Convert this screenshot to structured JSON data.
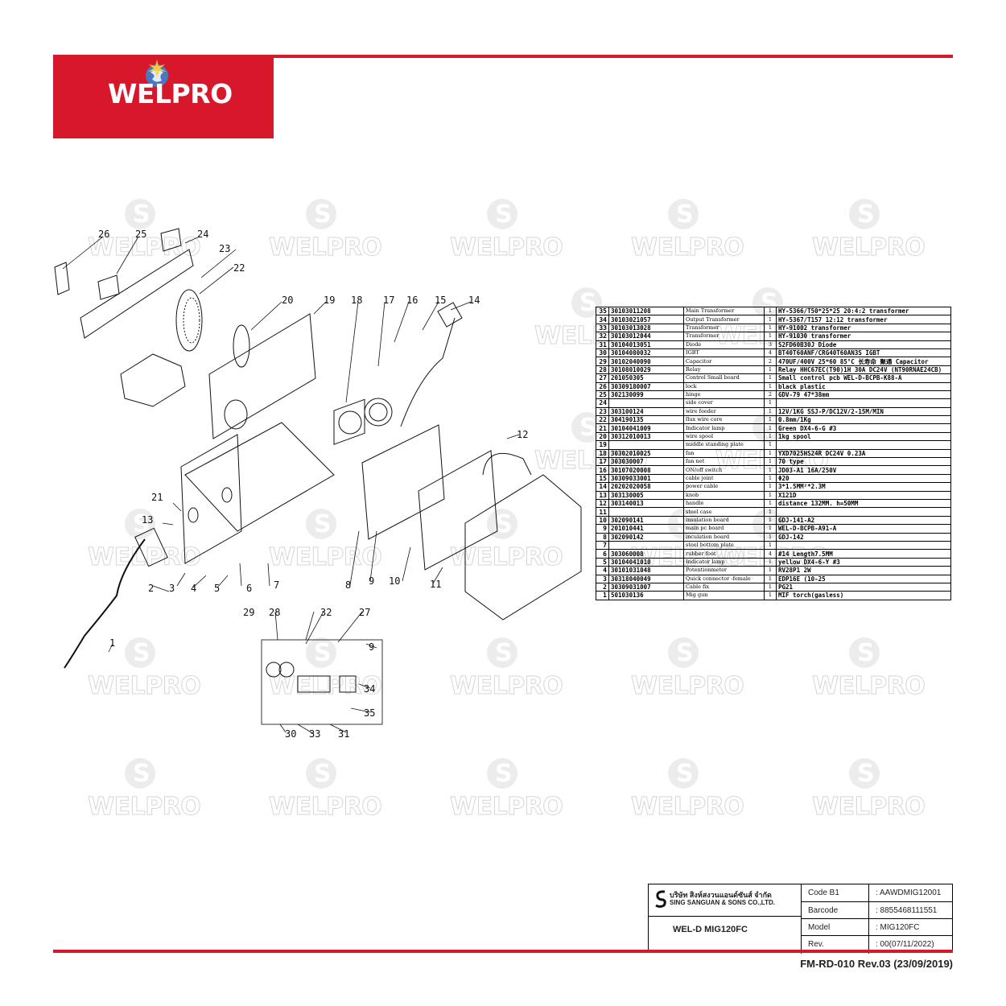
{
  "brand": {
    "logo_text": "WELPRO",
    "watermark_text": "WELPRO",
    "accent_color": "#d7182a"
  },
  "diagram": {
    "callouts": [
      "1",
      "2",
      "3",
      "4",
      "5",
      "6",
      "7",
      "8",
      "9",
      "10",
      "11",
      "12",
      "13",
      "14",
      "15",
      "16",
      "17",
      "18",
      "19",
      "20",
      "21",
      "22",
      "23",
      "24",
      "25",
      "26",
      "27",
      "28",
      "29",
      "30",
      "31",
      "32",
      "33",
      "34",
      "35",
      "9"
    ]
  },
  "parts_table": [
    {
      "no": "35",
      "code": "30103011208",
      "name": "Main Transformer",
      "qty": "1",
      "spec": "HY-5366/T50*25*25 20:4:2 transformer"
    },
    {
      "no": "34",
      "code": "30103021057",
      "name": "Output Transformer",
      "qty": "1",
      "spec": "HY-5367/T157 12:12 transformer"
    },
    {
      "no": "33",
      "code": "30103013028",
      "name": "Transformer",
      "qty": "1",
      "spec": "HY-91002 transformer"
    },
    {
      "no": "32",
      "code": "30103012044",
      "name": "Transformer",
      "qty": "1",
      "spec": "HY-91030 transformer"
    },
    {
      "no": "31",
      "code": "30104013051",
      "name": "Diode",
      "qty": "3",
      "spec": "S2FD60B30J Diode"
    },
    {
      "no": "30",
      "code": "30104080032",
      "name": "IGBT",
      "qty": "4",
      "spec": "BT40T60ANF/CRG40T60AN3S IGBT"
    },
    {
      "no": "29",
      "code": "30102040090",
      "name": "Capacitor",
      "qty": "2",
      "spec": "470UF/400V 25*60 85°C 长寿命 聚通 Capacitor"
    },
    {
      "no": "28",
      "code": "30108010029",
      "name": "Relay",
      "qty": "1",
      "spec": "Relay HHC67EC(T90)1H 30A DC24V (NT90RNAE24CB)"
    },
    {
      "no": "27",
      "code": "201050305",
      "name": "Control Small board",
      "qty": "1",
      "spec": "Small control pcb WEL-D-BCPB-K88-A"
    },
    {
      "no": "26",
      "code": "30309180007",
      "name": "lock",
      "qty": "1",
      "spec": "black plastic"
    },
    {
      "no": "25",
      "code": "302130099",
      "name": "hinge",
      "qty": "2",
      "spec": "GDV-79 47*38mm"
    },
    {
      "no": "24",
      "code": "",
      "name": "side cover",
      "qty": "1",
      "spec": ""
    },
    {
      "no": "23",
      "code": "303100124",
      "name": "wire feeder",
      "qty": "1",
      "spec": "12V/1KG SSJ-P/DC12V/2-15M/MIN"
    },
    {
      "no": "22",
      "code": "304190135",
      "name": "flux wire core",
      "qty": "1",
      "spec": "0.8mm/1Kg"
    },
    {
      "no": "21",
      "code": "30104041009",
      "name": "Indicator lamp",
      "qty": "1",
      "spec": "Green DX4-6-G #3"
    },
    {
      "no": "20",
      "code": "30312010013",
      "name": "wire spool",
      "qty": "1",
      "spec": "1kg spool"
    },
    {
      "no": "19",
      "code": "",
      "name": "middle standing plate",
      "qty": "1",
      "spec": ""
    },
    {
      "no": "18",
      "code": "30302010025",
      "name": "fan",
      "qty": "1",
      "spec": "YXD7025HS24R DC24V 0.23A"
    },
    {
      "no": "17",
      "code": "303030007",
      "name": "fan net",
      "qty": "1",
      "spec": "70 type"
    },
    {
      "no": "16",
      "code": "30107020008",
      "name": "ON/off switch",
      "qty": "1",
      "spec": "JD03-A1 16A/250V"
    },
    {
      "no": "15",
      "code": "30309033001",
      "name": "cable joint",
      "qty": "1",
      "spec": "Φ20"
    },
    {
      "no": "14",
      "code": "20202020058",
      "name": "power cable",
      "qty": "1",
      "spec": "3*1.5MM²*2.3M"
    },
    {
      "no": "13",
      "code": "303130005",
      "name": "knob",
      "qty": "1",
      "spec": "X121D"
    },
    {
      "no": "12",
      "code": "303140013",
      "name": "handle",
      "qty": "1",
      "spec": "distance 132MM. h=50MM"
    },
    {
      "no": "11",
      "code": "",
      "name": "steel case",
      "qty": "1",
      "spec": ""
    },
    {
      "no": "10",
      "code": "302090141",
      "name": "insulation board",
      "qty": "1",
      "spec": "GDJ-141-A2"
    },
    {
      "no": "9",
      "code": "201010441",
      "name": "main pc board",
      "qty": "1",
      "spec": "WEL-D-BCPB-A91-A"
    },
    {
      "no": "8",
      "code": "302090142",
      "name": "inculation board",
      "qty": "1",
      "spec": "GDJ-142"
    },
    {
      "no": "7",
      "code": "",
      "name": "steel bottom plate",
      "qty": "1",
      "spec": ""
    },
    {
      "no": "6",
      "code": "303060008",
      "name": "rubber foot",
      "qty": "4",
      "spec": "#14 Length7.5MM"
    },
    {
      "no": "5",
      "code": "30104041010",
      "name": "Indicator lamp",
      "qty": "1",
      "spec": "yellow DX4-6-Y #3"
    },
    {
      "no": "4",
      "code": "30101031048",
      "name": "Potentionmeter",
      "qty": "1",
      "spec": "RV28P1 2W"
    },
    {
      "no": "3",
      "code": "30318040049",
      "name": "Quick connector -female",
      "qty": "1",
      "spec": "EDP16E (10-25"
    },
    {
      "no": "2",
      "code": "30309031007",
      "name": "Cable fix",
      "qty": "1",
      "spec": "PG21"
    },
    {
      "no": "1",
      "code": "501030136",
      "name": "Mig gun",
      "qty": "1",
      "spec": "MIF torch(gasless)"
    }
  ],
  "footer": {
    "company_th": "บริษัท สิงห์สงวนแอนด์ซันส์ จำกัด",
    "company_en": "SING SANGUAN & SONS CO.,LTD.",
    "product": "WEL-D MIG120FC",
    "rows": [
      {
        "label": "Code B1",
        "value": ": AAWDMIG12001"
      },
      {
        "label": "Barcode",
        "value": ": 8855468111551"
      },
      {
        "label": "Model",
        "value": ": MIG120FC"
      },
      {
        "label": "Rev.",
        "value": ": 00(07/11/2022)"
      }
    ],
    "form_code": "FM-RD-010 Rev.03 (23/09/2019)"
  }
}
